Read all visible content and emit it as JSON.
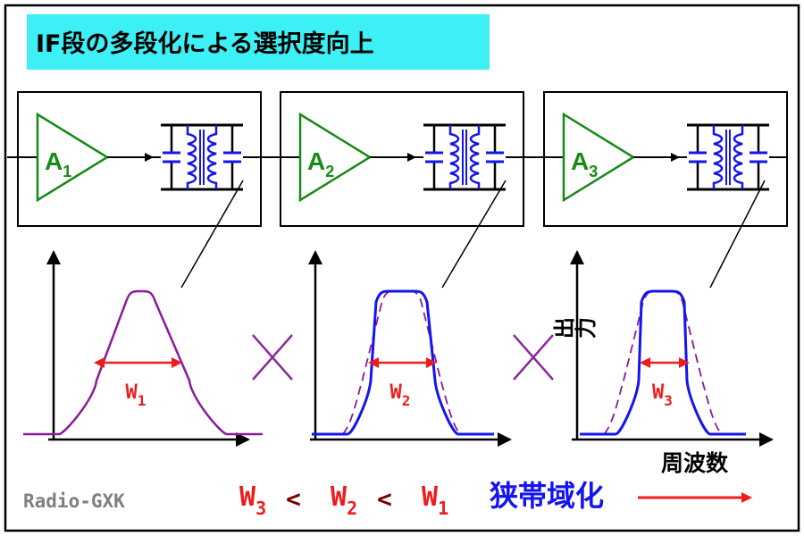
{
  "title": "IF段の多段化による選択度向上",
  "amplifiers": [
    {
      "letter": "A",
      "sub": "1"
    },
    {
      "letter": "A",
      "sub": "2"
    },
    {
      "letter": "A",
      "sub": "3"
    }
  ],
  "curves": [
    {
      "w_letter": "W",
      "w_sub": "1"
    },
    {
      "w_letter": "W",
      "w_sub": "2"
    },
    {
      "w_letter": "W",
      "w_sub": "3"
    }
  ],
  "multiply_symbol": "×",
  "axis_y_label": "出力",
  "axis_x_label": "周波数",
  "watermark": "Radio-GXK",
  "comparison": [
    {
      "letter": "W",
      "sub": "3"
    },
    {
      "op": "<"
    },
    {
      "letter": "W",
      "sub": "2"
    },
    {
      "op": "<"
    },
    {
      "letter": "W",
      "sub": "1"
    }
  ],
  "narrowband_label": "狭帯域化",
  "colors": {
    "title_bg": "#3cf0f5",
    "amp": "#168a16",
    "filter": "#1515e8",
    "curve1": "#8a1a9a",
    "curve_main": "#1414f0",
    "width_arrow": "#ee1c1c",
    "times": "#8a2a9a",
    "lt": "#7a0000",
    "watermark": "#7f7f7f"
  }
}
